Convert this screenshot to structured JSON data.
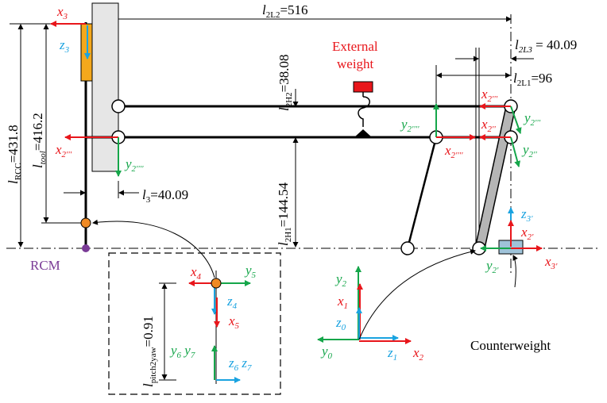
{
  "colors": {
    "x_axis": "#e8161b",
    "y_axis": "#15a64a",
    "z_axis": "#1aa3e0",
    "tool_holder": "#f4a81c",
    "weight": "#e8161b",
    "rcm": "#7a3b96",
    "joint_orange": "#f08a24",
    "counterweight": "#9fc3d9"
  },
  "labels": {
    "l2L2": {
      "main": "l",
      "sub": "2L2",
      "rest": "=516"
    },
    "l2L3": {
      "main": "l",
      "sub": "2L3",
      "rest": " = 40.09"
    },
    "l2L1": {
      "main": "l",
      "sub": "2L1",
      "rest": "=96"
    },
    "l2H2": {
      "main": "l",
      "sub": "2H2",
      "rest": "=38.08"
    },
    "l2H1": {
      "main": "l",
      "sub": "2H1",
      "rest": "=144.54"
    },
    "lRCC": {
      "main": "l",
      "sub": "RCC",
      "rest": "=431.8"
    },
    "ltool": {
      "main": "l",
      "sub": "tool",
      "rest": "=416.2"
    },
    "l3": {
      "main": "l",
      "sub": "3",
      "rest": "=40.09"
    },
    "lpitch": {
      "main": "l",
      "sub": "pitch2yaw",
      "rest": "=0.91"
    },
    "external_weight_line1": "External",
    "external_weight_line2": "weight",
    "rcm": "RCM",
    "counterweight": "Counterweight"
  },
  "axes": {
    "x3": {
      "main": "x",
      "sub": "3"
    },
    "z3": {
      "main": "z",
      "sub": "3"
    },
    "x2ppp_left": {
      "main": "x",
      "sub": "2'''"
    },
    "y2pppp_left": {
      "main": "y",
      "sub": "2''''"
    },
    "y2pppp_mid": {
      "main": "y",
      "sub": "2''''"
    },
    "x2pppp_mid": {
      "main": "x",
      "sub": "2''''"
    },
    "x2ppp_right": {
      "main": "x",
      "sub": "2'''"
    },
    "y2ppp_right": {
      "main": "y",
      "sub": "2'''"
    },
    "x2pp": {
      "main": "x",
      "sub": "2''"
    },
    "y2pp": {
      "main": "y",
      "sub": "2''"
    },
    "z3p": {
      "main": "z",
      "sub": "3'"
    },
    "x2p": {
      "main": "x",
      "sub": "2'"
    },
    "y2p": {
      "main": "y",
      "sub": "2'"
    },
    "x3p": {
      "main": "x",
      "sub": "3'"
    },
    "x4": {
      "main": "x",
      "sub": "4"
    },
    "y5": {
      "main": "y",
      "sub": "5"
    },
    "z4": {
      "main": "z",
      "sub": "4"
    },
    "x5": {
      "main": "x",
      "sub": "5"
    },
    "y6": {
      "main": "y",
      "sub": "6"
    },
    "y7": {
      "main": "y",
      "sub": "7"
    },
    "z6": {
      "main": "z",
      "sub": "6"
    },
    "z7": {
      "main": "z",
      "sub": "7"
    },
    "y2": {
      "main": "y",
      "sub": "2"
    },
    "x1": {
      "main": "x",
      "sub": "1"
    },
    "z0": {
      "main": "z",
      "sub": "0"
    },
    "y0": {
      "main": "y",
      "sub": "0"
    },
    "z1": {
      "main": "z",
      "sub": "1"
    },
    "x2": {
      "main": "x",
      "sub": "2"
    }
  }
}
